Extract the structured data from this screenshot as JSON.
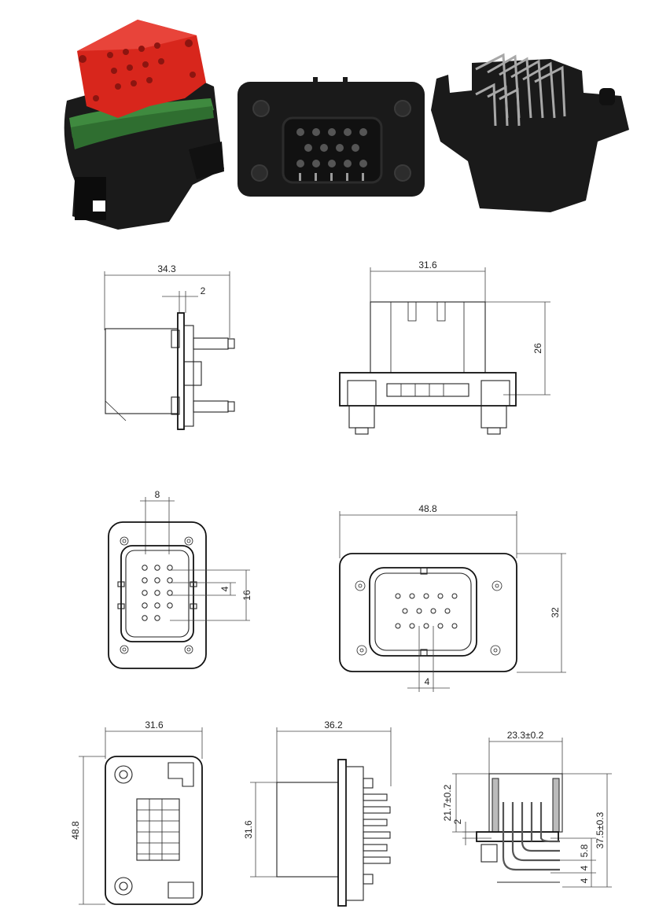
{
  "photos": [
    {
      "name": "connector-photo-red-housing"
    },
    {
      "name": "connector-photo-front-pins"
    },
    {
      "name": "connector-photo-angled-pins"
    }
  ],
  "colors": {
    "housing": "#1c1c1c",
    "terminal_red": "#d8261c",
    "seal_green": "#3f8a3f",
    "line": "#222222"
  },
  "dims": {
    "side_width": "34.3",
    "side_flange": "2",
    "top_width": "31.6",
    "top_height": "26",
    "front_pitch": "8",
    "front_pin_4": "4",
    "front_pin_16": "16",
    "rear_width": "48.8",
    "rear_height": "32",
    "rear_pitch": "4",
    "bottom_width": "31.6",
    "bottom_height": "48.8",
    "profile_width": "36.2",
    "profile_height": "31.6",
    "section_width": "23.3±0.2",
    "section_21_7": "21.7±0.2",
    "section_2": "2",
    "section_37_5": "37.5±0.3",
    "section_4a": "4",
    "section_4b": "4",
    "section_5_8": "5.8"
  }
}
